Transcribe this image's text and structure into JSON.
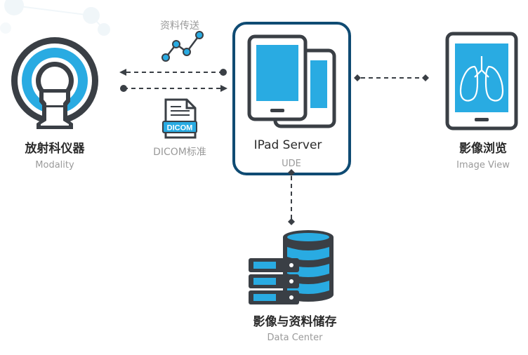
{
  "diagram": {
    "modality": {
      "title": "放射科仪器",
      "subtitle": "Modality"
    },
    "server": {
      "title": "IPad Server",
      "subtitle": "UDE"
    },
    "viewer": {
      "title": "影像浏览",
      "subtitle": "Image View"
    },
    "storage": {
      "title": "影像与资料储存",
      "subtitle": "Data Center"
    },
    "links": {
      "transfer": "资料传送",
      "dicom_standard": "DICOM标准",
      "dicom_file_text": "DICOM"
    }
  },
  "colors": {
    "dark": "#3a3f45",
    "accent": "#29abe2",
    "panel_border": "#0f4b73"
  },
  "icons": [
    "mri-scanner-icon",
    "line-chart-icon",
    "dicom-file-icon",
    "tablet-icon",
    "lungs-icon",
    "database-icon",
    "server-rack-icon"
  ]
}
